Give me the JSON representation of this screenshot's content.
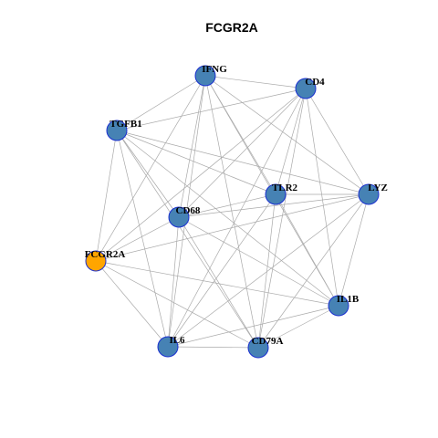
{
  "title": "FCGR2A",
  "colors": {
    "default_node": "#4682b4",
    "highlight_node": "#ffa500",
    "node_border": "#1a2fd0",
    "edge": "#aaaaaa"
  },
  "nodes": [
    {
      "id": "IFNG",
      "label": "IFNG",
      "highlight": false
    },
    {
      "id": "CD4",
      "label": "CD4",
      "highlight": false
    },
    {
      "id": "TGFB1",
      "label": "TGFB1",
      "highlight": false
    },
    {
      "id": "TLR2",
      "label": "TLR2",
      "highlight": false
    },
    {
      "id": "LYZ",
      "label": "LYZ",
      "highlight": false
    },
    {
      "id": "CD68",
      "label": "CD68",
      "highlight": false
    },
    {
      "id": "FCGR2A",
      "label": "FCGR2A",
      "highlight": true
    },
    {
      "id": "IL1B",
      "label": "IL1B",
      "highlight": false
    },
    {
      "id": "IL6",
      "label": "IL6",
      "highlight": false
    },
    {
      "id": "CD79A",
      "label": "CD79A",
      "highlight": false
    }
  ],
  "edges": [
    [
      "IFNG",
      "CD4"
    ],
    [
      "IFNG",
      "TGFB1"
    ],
    [
      "IFNG",
      "TLR2"
    ],
    [
      "IFNG",
      "LYZ"
    ],
    [
      "IFNG",
      "CD68"
    ],
    [
      "IFNG",
      "FCGR2A"
    ],
    [
      "IFNG",
      "IL1B"
    ],
    [
      "IFNG",
      "IL6"
    ],
    [
      "IFNG",
      "CD79A"
    ],
    [
      "CD4",
      "TGFB1"
    ],
    [
      "CD4",
      "TLR2"
    ],
    [
      "CD4",
      "LYZ"
    ],
    [
      "CD4",
      "CD68"
    ],
    [
      "CD4",
      "FCGR2A"
    ],
    [
      "CD4",
      "IL1B"
    ],
    [
      "CD4",
      "IL6"
    ],
    [
      "CD4",
      "CD79A"
    ],
    [
      "TGFB1",
      "TLR2"
    ],
    [
      "TGFB1",
      "LYZ"
    ],
    [
      "TGFB1",
      "CD68"
    ],
    [
      "TGFB1",
      "FCGR2A"
    ],
    [
      "TGFB1",
      "IL1B"
    ],
    [
      "TGFB1",
      "IL6"
    ],
    [
      "TGFB1",
      "CD79A"
    ],
    [
      "TLR2",
      "LYZ"
    ],
    [
      "TLR2",
      "CD68"
    ],
    [
      "TLR2",
      "IL1B"
    ],
    [
      "TLR2",
      "IL6"
    ],
    [
      "TLR2",
      "CD79A"
    ],
    [
      "LYZ",
      "CD68"
    ],
    [
      "LYZ",
      "FCGR2A"
    ],
    [
      "LYZ",
      "IL1B"
    ],
    [
      "LYZ",
      "IL6"
    ],
    [
      "LYZ",
      "CD79A"
    ],
    [
      "CD68",
      "FCGR2A"
    ],
    [
      "CD68",
      "IL1B"
    ],
    [
      "CD68",
      "IL6"
    ],
    [
      "CD68",
      "CD79A"
    ],
    [
      "FCGR2A",
      "IL1B"
    ],
    [
      "FCGR2A",
      "IL6"
    ],
    [
      "FCGR2A",
      "CD79A"
    ],
    [
      "IL1B",
      "IL6"
    ],
    [
      "IL1B",
      "CD79A"
    ],
    [
      "IL6",
      "CD79A"
    ]
  ]
}
